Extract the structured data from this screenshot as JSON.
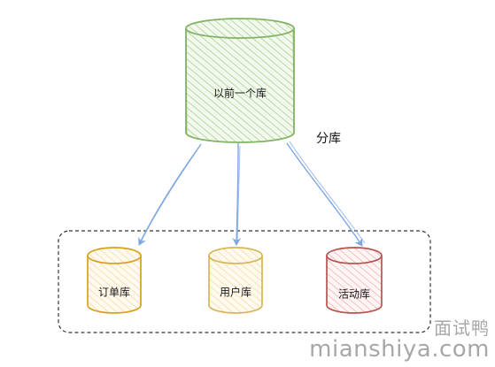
{
  "diagram": {
    "source_db": {
      "label": "以前一个库",
      "color": "#82b366"
    },
    "split_label": "分库",
    "target_dbs": [
      {
        "label": "订单库",
        "color": "#d6b656"
      },
      {
        "label": "用户库",
        "color": "#d6b656"
      },
      {
        "label": "活动库",
        "color": "#b85450"
      }
    ],
    "arrow_color": "#7ea6e0",
    "group_border_color": "#333333"
  },
  "watermark": {
    "cn": "面试鸭",
    "en": "mianshiya.com"
  }
}
